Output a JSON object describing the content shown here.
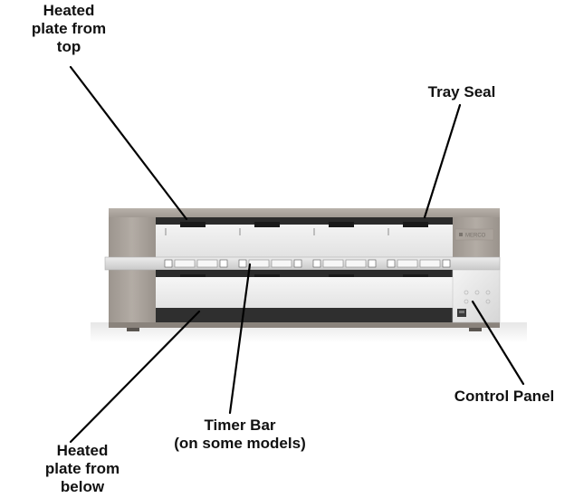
{
  "callouts": {
    "heated_plate_top": [
      "Heated",
      "plate from",
      "top"
    ],
    "tray_seal": [
      "Tray Seal"
    ],
    "control_panel": [
      "Control Panel"
    ],
    "timer_bar": [
      "Timer Bar",
      "(on some models)"
    ],
    "heated_plate_below": [
      "Heated",
      "plate from",
      "below"
    ]
  },
  "device": {
    "logo_text": "MERCO",
    "timer_modules": 4,
    "tray_slots": 4
  },
  "colors": {
    "housing": "#a59e97",
    "housing_dark": "#8a837c",
    "plate": "#2b2b2b",
    "timer_bar": "#d9d9d9",
    "callout_line": "#000000"
  }
}
